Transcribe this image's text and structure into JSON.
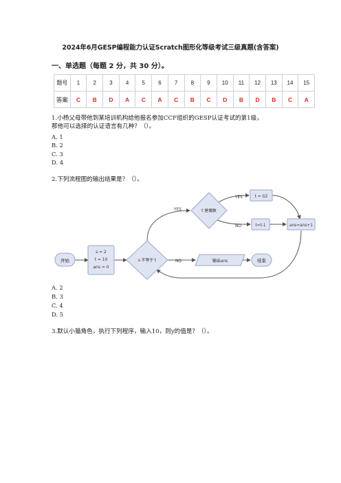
{
  "document": {
    "title": "2024年6月GESP编程能力认证Scratch图形化等级考试三级真题(含答案)",
    "section_heading": "一、单选题（每题 2 分，共 30 分）。"
  },
  "answer_table": {
    "row1_label": "题号",
    "row2_label": "答案",
    "numbers": [
      "1",
      "2",
      "3",
      "4",
      "5",
      "6",
      "7",
      "8",
      "9",
      "10",
      "11",
      "12",
      "13",
      "14",
      "15"
    ],
    "answers": [
      "C",
      "B",
      "D",
      "A",
      "C",
      "A",
      "C",
      "B",
      "C",
      "D",
      "B",
      "D",
      "B",
      "C",
      "A"
    ],
    "answer_color": "#d62b2b"
  },
  "questions": [
    {
      "stem_line1": "1.小杨父母带他到某培训机构给他报名参加CCF组织的GESP认证考试的第1级，",
      "stem_line2": "那他可以选择的认证语言有几种？（）。",
      "options": [
        "A.  1",
        "B.  2",
        "C.  3",
        "D.  4"
      ]
    },
    {
      "stem_line1": "2.下列流程图的输出结果是？（）。",
      "options": [
        "A.  2",
        "B.  3",
        "C.  4",
        "D.  5"
      ]
    },
    {
      "stem_line1": "3.默认小猫角色，执行下列程序，输入10，则y的值是？（）。"
    }
  ],
  "flowchart": {
    "start": "开始",
    "init_lines": [
      "s = 2",
      "t = 10",
      "ans = 0"
    ],
    "loop_condition": "s 不等于 t",
    "branch_condition": "t 是偶数",
    "yes_label": "YES",
    "no_label": "NO",
    "even_action": "t = t/2",
    "odd_action": "t=t-1",
    "increment": "ans=ans+1",
    "output": "输出ans",
    "end": "结束",
    "node_fill": "#dfe4f2",
    "node_stroke": "#9aa6c8"
  }
}
